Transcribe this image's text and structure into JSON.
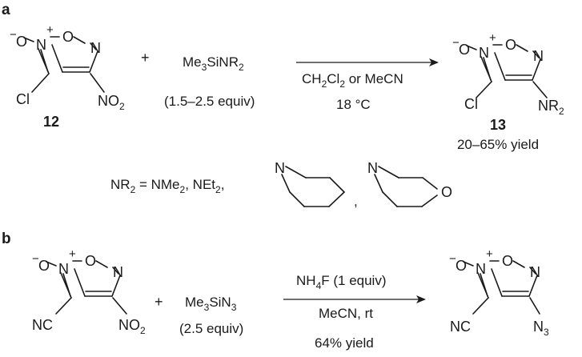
{
  "panels": {
    "a": {
      "label": "a",
      "reactant": {
        "number": "12",
        "substituent_left": "Cl",
        "substituent_right_main": "NO",
        "substituent_right_sub": "2"
      },
      "plus": "+",
      "reagent": {
        "pre": "Me",
        "pre_sub": "3",
        "mid": "SiNR",
        "mid_sub": "2",
        "equiv": "(1.5–2.5 equiv)"
      },
      "conditions": {
        "solvent_a": "CH",
        "solvent_a_sub1": "2",
        "solvent_a_mid": "Cl",
        "solvent_a_sub2": "2",
        "solvent_a_rest": " or MeCN",
        "temperature": "18 °C"
      },
      "product": {
        "number": "13",
        "substituent_left": "Cl",
        "substituent_right_main": "NR",
        "substituent_right_sub": "2",
        "yield": "20–65% yield"
      },
      "definition": {
        "lhs": "NR",
        "lhs_sub": "2",
        "eq": " = NMe",
        "eq_sub": "2",
        "mid": ", NEt",
        "mid_sub": "2",
        "tail": ",",
        "separator": ",",
        "piperidine_N": "N",
        "morpholine_N": "N",
        "morpholine_O": "O"
      }
    },
    "b": {
      "label": "b",
      "reactant": {
        "substituent_left": "NC",
        "substituent_right_main": "NO",
        "substituent_right_sub": "2"
      },
      "plus": "+",
      "reagent": {
        "pre": "Me",
        "pre_sub": "3",
        "mid": "SiN",
        "mid_sub": "3",
        "equiv": "(2.5 equiv)"
      },
      "conditions": {
        "reagent_main": "NH",
        "reagent_sub": "4",
        "reagent_rest": "F (1 equiv)",
        "solvent": "MeCN, rt",
        "yield": "64% yield"
      },
      "product": {
        "substituent_left": "NC",
        "substituent_right_main": "N",
        "substituent_right_sub": "3"
      }
    }
  },
  "ring_atoms": {
    "oxygen_exo": "O",
    "minus": "−",
    "plus": "+",
    "n_oxide": "N",
    "ring_o": "O",
    "ring_n": "N"
  }
}
